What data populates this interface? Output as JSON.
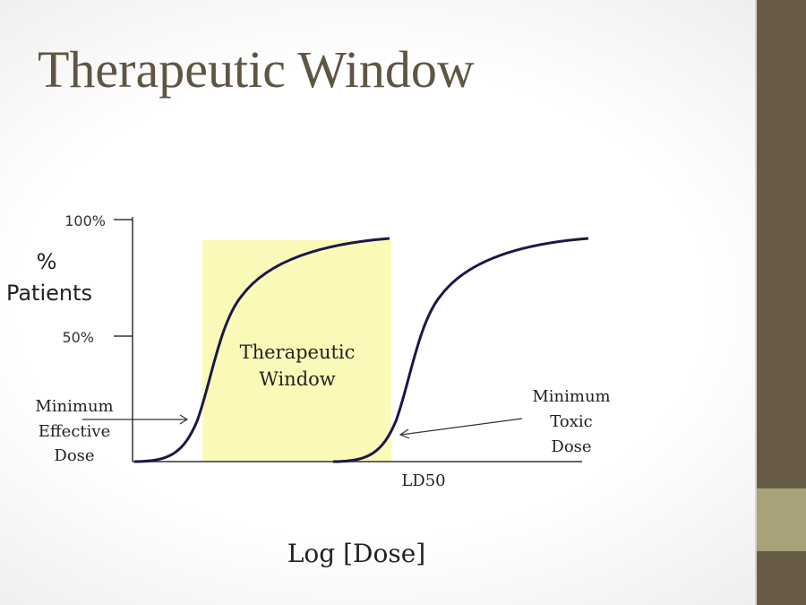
{
  "slide": {
    "title": "Therapeutic Window",
    "colors": {
      "title": "#5e5543",
      "sidebar": "#675b48",
      "accent": "#a7a27a",
      "window": "#fbf9b8",
      "curve": "#1a1848"
    }
  },
  "diagram": {
    "y_axis": {
      "label_line1": "%",
      "label_line2": "Patients",
      "tick_100": "100%",
      "tick_50": "50%"
    },
    "x_axis": {
      "label": "Log [Dose]",
      "ld50_label": "LD50"
    },
    "window_label_line1": "Therapeutic",
    "window_label_line2": "Window",
    "med_label": [
      "Minimum",
      "Effective",
      "Dose"
    ],
    "mtd_label": [
      "Minimum",
      "Toxic",
      "Dose"
    ]
  }
}
